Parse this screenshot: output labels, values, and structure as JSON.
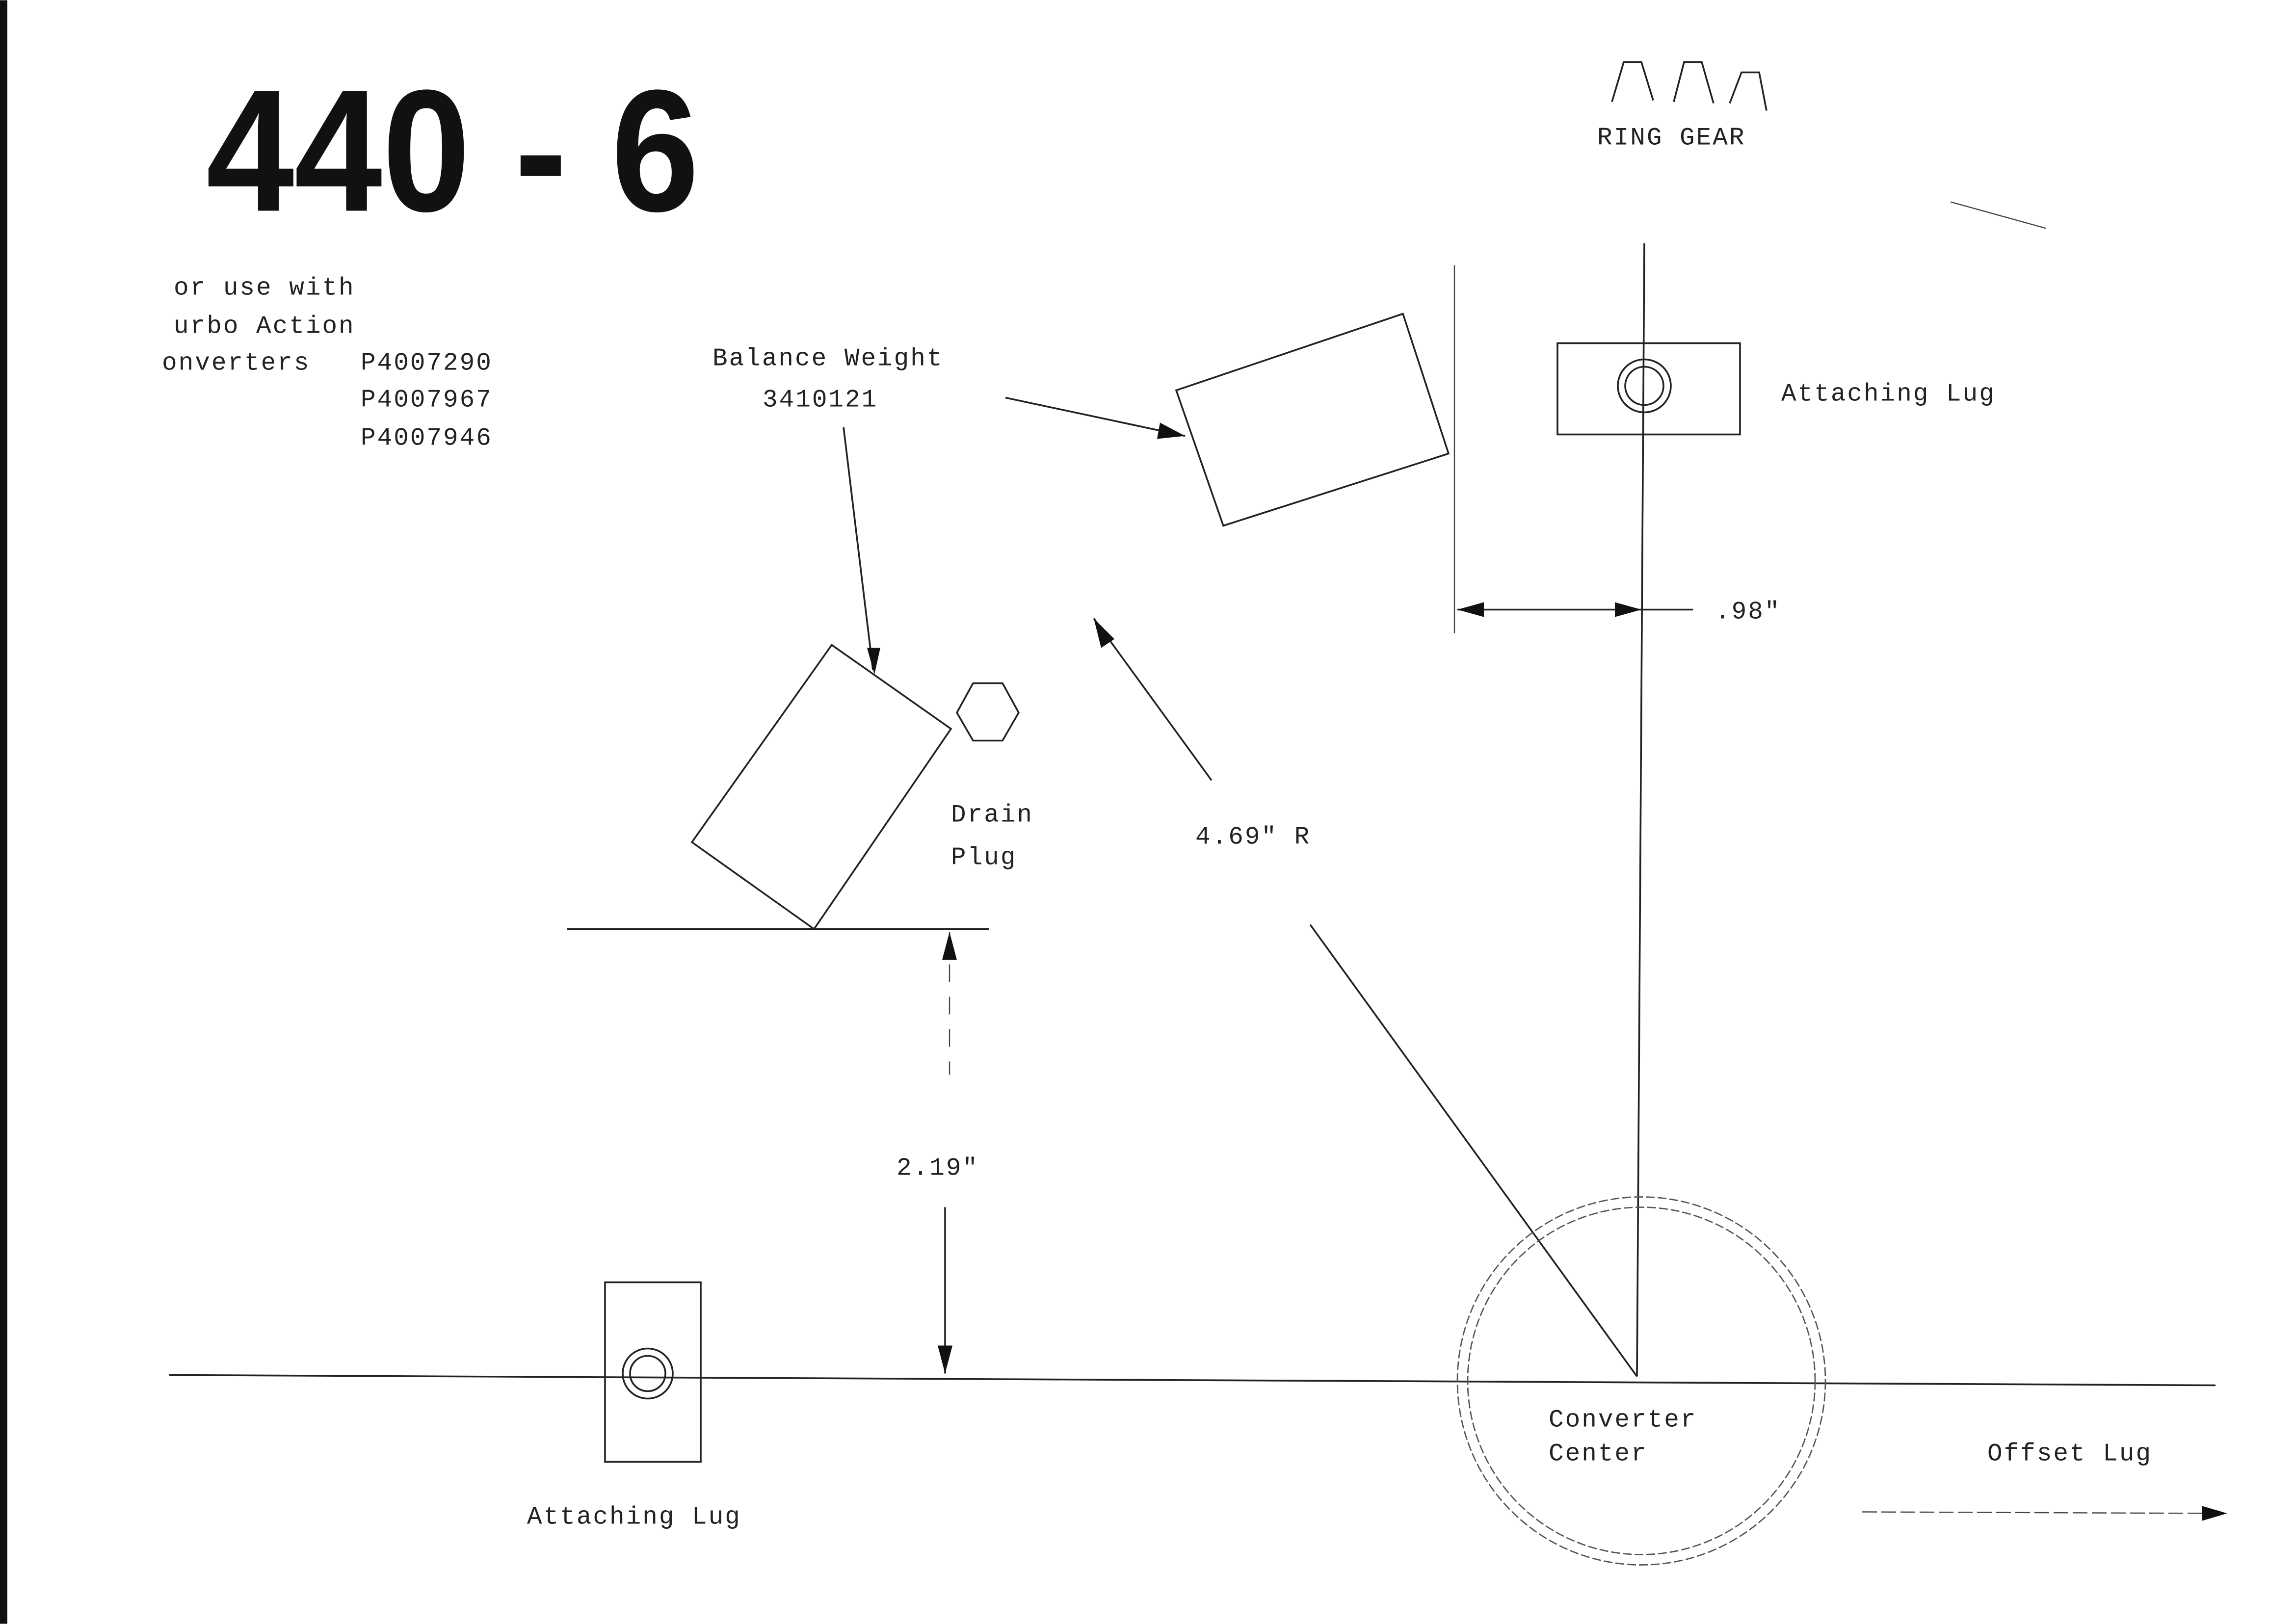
{
  "title": "440 - 6",
  "ring_gear_label": "RING GEAR",
  "usage_note": {
    "line1": "or use with",
    "line2": "urbo Action",
    "line3": "onverters",
    "part_numbers": [
      "P4007290",
      "P4007967",
      "P4007946"
    ]
  },
  "labels": {
    "balance_weight": "Balance Weight",
    "balance_weight_part": "3410121",
    "attaching_lug_top": "Attaching Lug",
    "attaching_lug_bottom": "Attaching Lug",
    "drain_plug_line1": "Drain",
    "drain_plug_line2": "Plug",
    "converter_center_line1": "Converter",
    "converter_center_line2": "Center",
    "offset_lug": "Offset Lug"
  },
  "dimensions": {
    "offset": ".98\"",
    "radius": "4.69\" R",
    "height": "2.19\""
  }
}
